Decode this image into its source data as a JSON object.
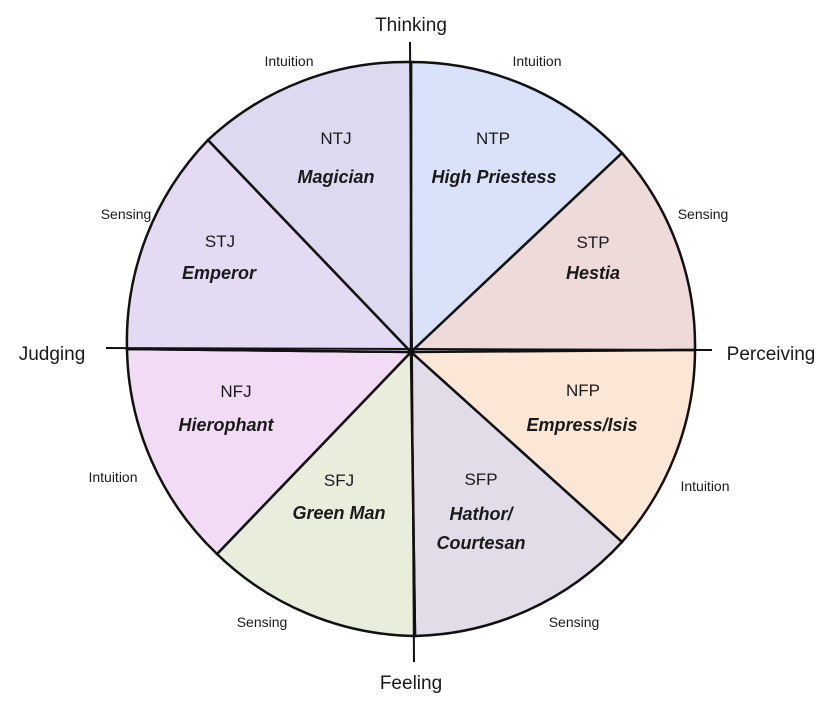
{
  "axes": {
    "top": "Thinking",
    "bottom": "Feeling",
    "left": "Judging",
    "right": "Perceiving"
  },
  "segments": [
    {
      "code": "NTP",
      "name": "High Priestess",
      "color": "#d9e2f8"
    },
    {
      "code": "STP",
      "name": "Hestia",
      "color": "#eedad8"
    },
    {
      "code": "NFP",
      "name": "Empress/Isis",
      "color": "#fce6d5"
    },
    {
      "code": "SFP",
      "name": "Hathor/ Courtesan",
      "name_lines": [
        "Hathor/",
        "Courtesan"
      ],
      "color": "#e2dce9"
    },
    {
      "code": "SFJ",
      "name": "Green Man",
      "color": "#e9eedc"
    },
    {
      "code": "NFJ",
      "name": "Hierophant",
      "color": "#f2dbf4"
    },
    {
      "code": "STJ",
      "name": "Emperor",
      "color": "#e5daf4"
    },
    {
      "code": "NTJ",
      "name": "Magician",
      "color": "#dcd9f0"
    }
  ],
  "edge_labels": {
    "top_right": "Intuition",
    "right_upper": "Sensing",
    "right_lower": "Intuition",
    "bottom_right": "Sensing",
    "bottom_left": "Sensing",
    "left_lower": "Intuition",
    "left_upper": "Sensing",
    "top_left": "Intuition"
  }
}
